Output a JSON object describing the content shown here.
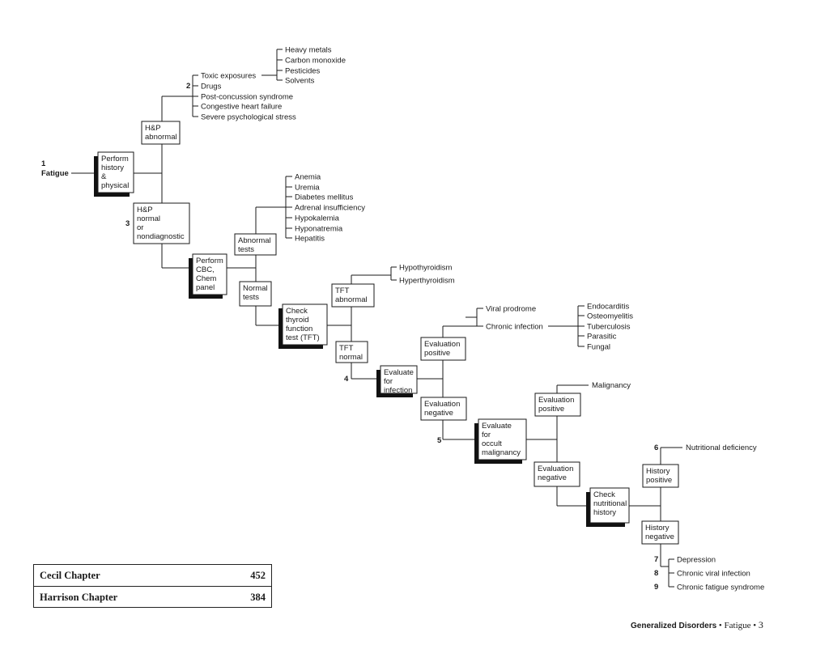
{
  "start": {
    "number": "1",
    "label": "Fatigue"
  },
  "nodes": {
    "perform_hp": [
      "Perform",
      "history",
      "&",
      "physical"
    ],
    "hp_abnormal": [
      "H&P",
      "abnormal"
    ],
    "hp_normal": [
      "H&P",
      "normal",
      "or",
      "nondiagnostic"
    ],
    "perform_cbc": [
      "Perform",
      "CBC,",
      "Chem",
      "panel"
    ],
    "abnormal_tests": [
      "Abnormal",
      "tests"
    ],
    "normal_tests": [
      "Normal",
      "tests"
    ],
    "check_thyroid": [
      "Check",
      "thyroid",
      "function",
      "test (TFT)"
    ],
    "tft_abnormal": [
      "TFT",
      "abnormal"
    ],
    "tft_normal": [
      "TFT",
      "normal"
    ],
    "evaluate_infection": [
      "Evaluate",
      "for",
      "infection"
    ],
    "infection_positive": [
      "Evaluation",
      "positive"
    ],
    "infection_negative": [
      "Evaluation",
      "negative"
    ],
    "evaluate_malignancy": [
      "Evaluate",
      "for",
      "occult",
      "malignancy"
    ],
    "malignancy_positive": [
      "Evaluation",
      "positive"
    ],
    "malignancy_negative": [
      "Evaluation",
      "negative"
    ],
    "check_nutritional": [
      "Check",
      "nutritional",
      "history"
    ],
    "history_positive": [
      "History",
      "positive"
    ],
    "history_negative": [
      "History",
      "negative"
    ]
  },
  "step_numbers": {
    "drugs": "2",
    "hp_normal": "3",
    "tft_normal": "4",
    "infection_negative": "5",
    "nutritional": "6",
    "depression": "7",
    "viral": "8",
    "cfs": "9"
  },
  "lists": {
    "hp_abnormal": [
      "Toxic exposures",
      "Drugs",
      "Post-concussion syndrome",
      "Congestive heart failure",
      "Severe psychological stress"
    ],
    "toxic": [
      "Heavy metals",
      "Carbon monoxide",
      "Pesticides",
      "Solvents"
    ],
    "abnormal_tests": [
      "Anemia",
      "Uremia",
      "Diabetes mellitus",
      "Adrenal insufficiency",
      "Hypokalemia",
      "Hyponatremia",
      "Hepatitis"
    ],
    "tft_abnormal": [
      "Hypothyroidism",
      "Hyperthyroidism"
    ],
    "infection_positive": [
      "Viral prodrome",
      "Chronic infection"
    ],
    "chronic_infection": [
      "Endocarditis",
      "Osteomyelitis",
      "Tuberculosis",
      "Parasitic",
      "Fungal"
    ],
    "malignancy_positive": [
      "Malignancy"
    ],
    "history_positive": [
      "Nutritional deficiency"
    ],
    "history_negative": [
      "Depression",
      "Chronic viral infection",
      "Chronic fatigue syndrome"
    ]
  },
  "chapters": [
    {
      "label": "Cecil Chapter",
      "value": "452"
    },
    {
      "label": "Harrison Chapter",
      "value": "384"
    }
  ],
  "footer": {
    "section": "Generalized Disorders",
    "topic": "Fatigue",
    "page": "3"
  }
}
